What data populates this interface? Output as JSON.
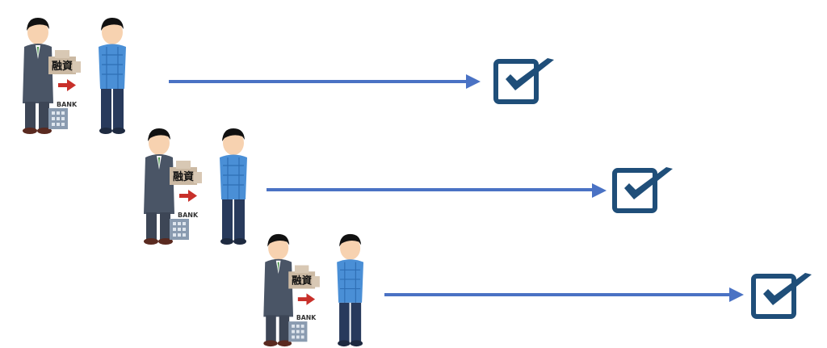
{
  "labels": {
    "loan_sign": "融資",
    "bank_sign": "BANK"
  },
  "colors": {
    "arrow": "#4a72c4",
    "check": "#1f4e79",
    "suit": "#4a5566",
    "shirt": "#4a8fd6",
    "pants": "#283a5c",
    "skin": "#f7d2b0",
    "hair": "#111111",
    "red_arrow": "#c8302a",
    "box": "#cbb9a3",
    "building": "#8a9bb0"
  },
  "icons": {
    "check": "checkbox-check-icon",
    "arrow": "right-arrow-icon",
    "bank": "bank-building-icon"
  },
  "rows": [
    {
      "id": "row-1"
    },
    {
      "id": "row-2"
    },
    {
      "id": "row-3"
    }
  ]
}
